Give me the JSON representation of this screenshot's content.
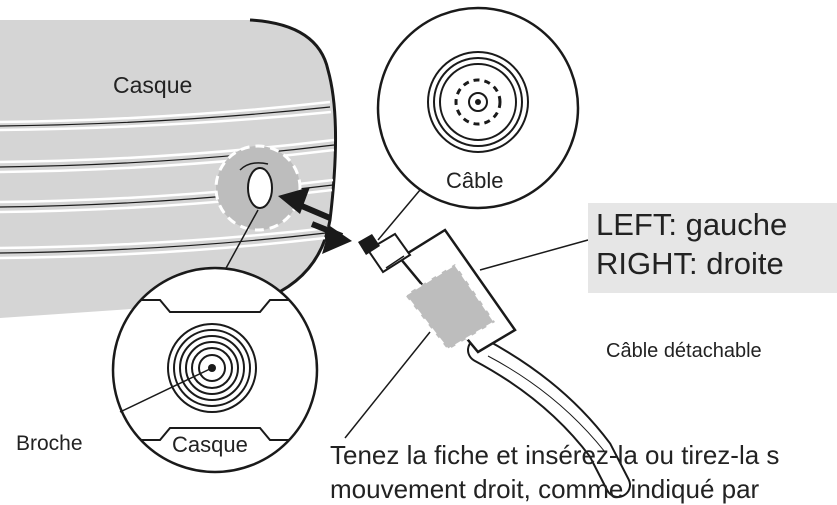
{
  "labels": {
    "casque_top": "Casque",
    "cable_zoom": "Câble",
    "left_right_1": "LEFT: gauche",
    "left_right_2": "RIGHT: droite",
    "cable_detachable": "Câble détachable",
    "broche": "Broche",
    "casque_bottom": "Casque",
    "instruction_1": "Tenez la fiche et insérez-la ou tirez-la s",
    "instruction_2": "mouvement droit, comme indiqué par"
  },
  "colors": {
    "outline": "#1a1a1a",
    "housing_fill": "#d5d5d5",
    "label_box": "#e6e6e6",
    "dashed_zone": "#bdbdbd"
  }
}
